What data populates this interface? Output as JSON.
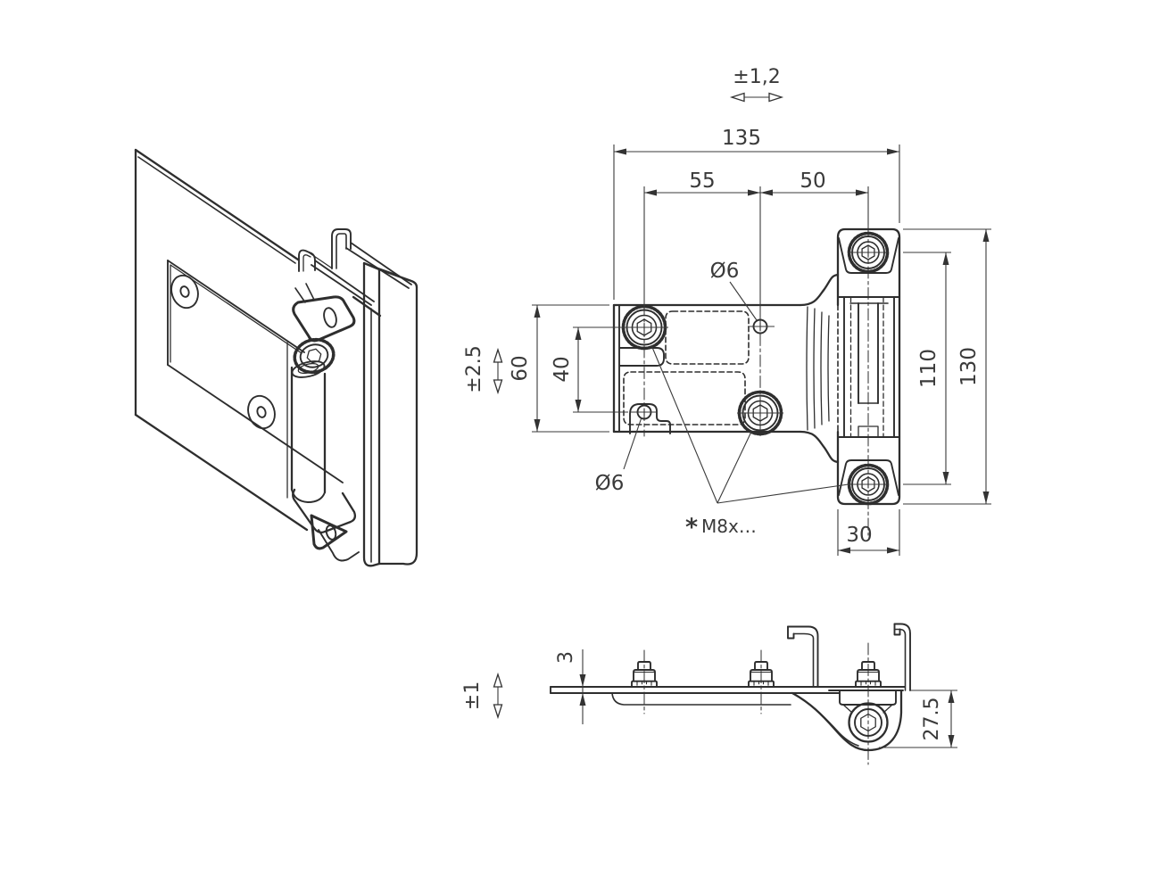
{
  "notes": {
    "tol_width": "±1,2",
    "tol_height_front": "±2.5",
    "tol_height_side": "±1",
    "star": "*",
    "thread": "M8x…"
  },
  "front_view": {
    "total_width": "135",
    "spacing_left": "55",
    "spacing_right": "50",
    "plate_height": "60",
    "row_spacing": "40",
    "boss_spacing": "110",
    "column_height": "130",
    "column_width": "30",
    "hole_dia_upper": "Ø6",
    "hole_dia_lower": "Ø6"
  },
  "side_view": {
    "plate_thickness": "3",
    "barrel_offset": "27.5"
  },
  "colors": {
    "line": "#2e2e2e",
    "dim_text": "#3a3a3a",
    "star_blue": "#27497c",
    "background": "#ffffff"
  }
}
